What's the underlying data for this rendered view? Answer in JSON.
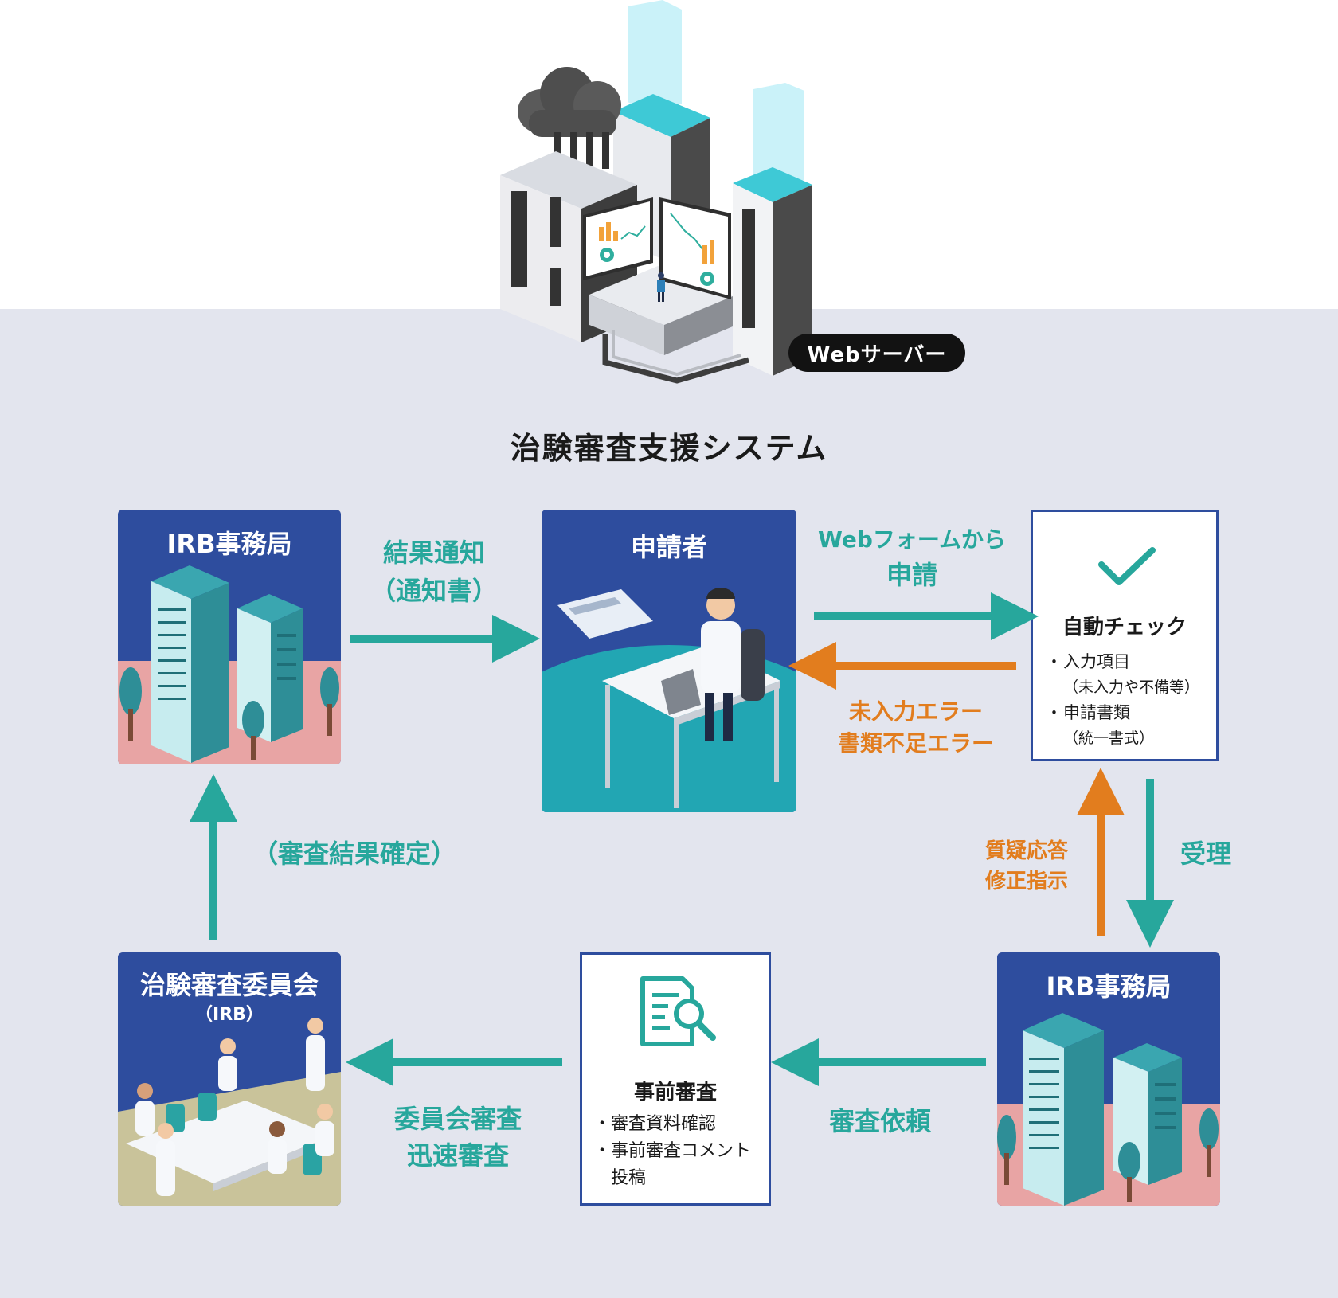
{
  "server": {
    "badge": "Webサーバー"
  },
  "system_title": "治験審査支援システム",
  "nodes": {
    "irb_office_top": {
      "title": "IRB事務局"
    },
    "applicant": {
      "title": "申請者"
    },
    "auto_check": {
      "title": "自動チェック",
      "items": [
        {
          "main": "入力項目",
          "sub": "（未入力や不備等）"
        },
        {
          "main": "申請書類",
          "sub": "（統一書式）"
        }
      ]
    },
    "irb_office_bottom": {
      "title": "IRB事務局"
    },
    "pre_review": {
      "title": "事前審査",
      "items": [
        {
          "main": "審査資料確認"
        },
        {
          "main": "事前審査コメント",
          "sub": "投稿"
        }
      ]
    },
    "committee": {
      "title": "治験審査委員会",
      "subtitle": "（IRB）"
    }
  },
  "edges": {
    "result_notice": {
      "line1": "結果通知",
      "line2": "（通知書）"
    },
    "web_apply": {
      "line1": "Webフォームから",
      "line2": "申請"
    },
    "errors": {
      "line1": "未入力エラー",
      "line2": "書類不足エラー"
    },
    "qa": {
      "line1": "質疑応答",
      "line2": "修正指示"
    },
    "accept": {
      "line1": "受理"
    },
    "review_request": {
      "line1": "審査依頼"
    },
    "committee_review": {
      "line1": "委員会審査",
      "line2": "迅速審査"
    },
    "decision": {
      "line1": "（審査結果確定）"
    }
  },
  "colors": {
    "navy": "#2e4d9e",
    "teal": "#27a79c",
    "orange": "#e27d1e",
    "band": "#e3e5ee"
  }
}
